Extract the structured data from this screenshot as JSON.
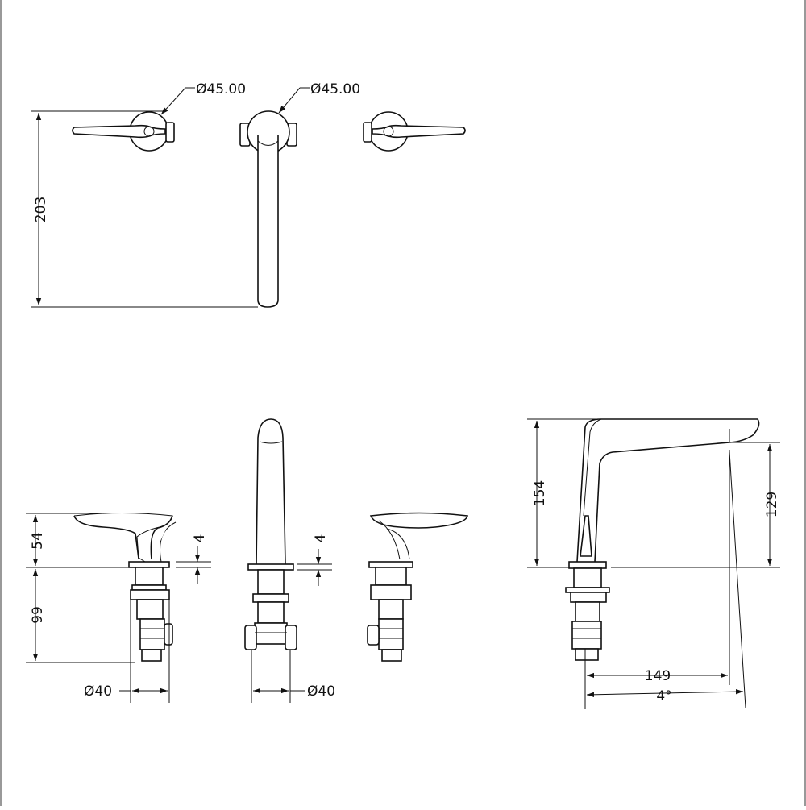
{
  "drawing": {
    "colors": {
      "line": "#111111",
      "background": "#ffffff",
      "border": "#999999"
    },
    "dimensions": {
      "dia_handle_left": "Ø45.00",
      "dia_handle_right": "Ø45.00",
      "height_overall_top": "203",
      "height_handle": "54",
      "flange_left": "4",
      "flange_right": "4",
      "body_depth": "99",
      "dia_body_left": "Ø40",
      "dia_body_right": "Ø40",
      "spout_height": "154",
      "spout_outlet_height": "129",
      "spout_reach": "149",
      "spout_angle": "4°"
    }
  }
}
